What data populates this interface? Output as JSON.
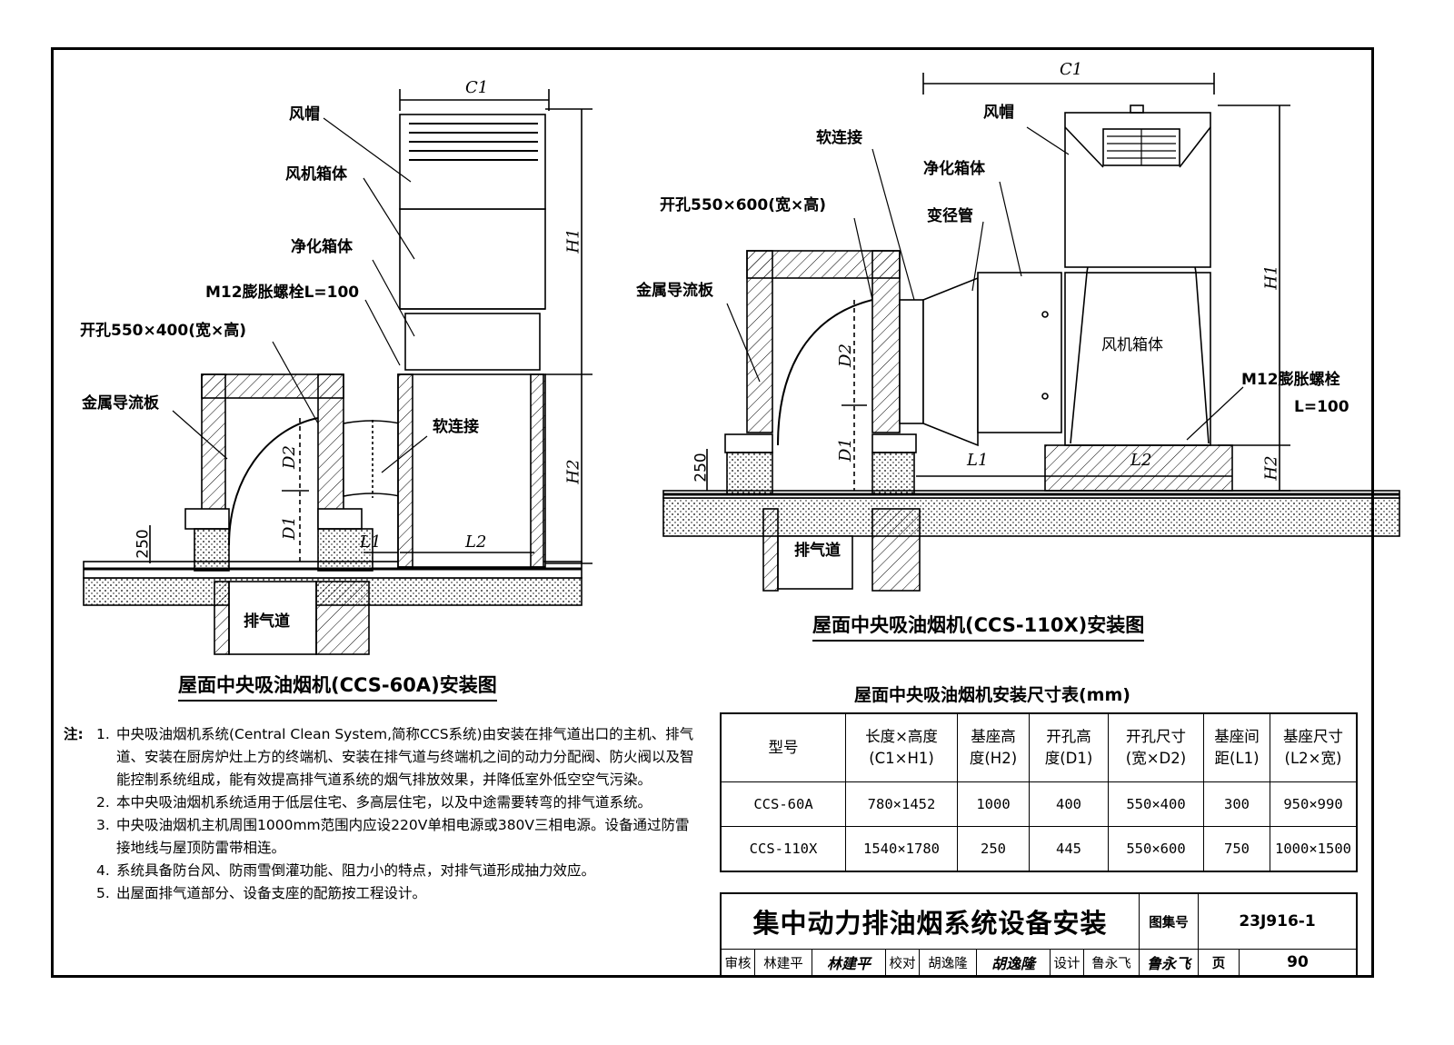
{
  "drawing_a": {
    "caption": "屋面中央吸油烟机(CCS-60A)安装图",
    "labels": {
      "hood": "风帽",
      "fan_box": "风机箱体",
      "purifier": "净化箱体",
      "bolt": "M12膨胀螺栓L=100",
      "opening": "开孔550×400(宽×高)",
      "deflector": "金属导流板",
      "soft_joint": "软连接",
      "exhaust": "排气道",
      "dim_250": "250"
    },
    "symbols": {
      "c1": "C1",
      "h1": "H1",
      "h2": "H2",
      "d1": "D1",
      "d2": "D2",
      "l1": "L1",
      "l2": "L2"
    }
  },
  "drawing_b": {
    "caption": "屋面中央吸油烟机(CCS-110X)安装图",
    "labels": {
      "hood": "风帽",
      "soft_joint": "软连接",
      "purifier": "净化箱体",
      "reducer": "变径管",
      "opening": "开孔550×600(宽×高)",
      "deflector": "金属导流板",
      "fan_box": "风机箱体",
      "bolt": "M12膨胀螺栓",
      "bolt_len": "L=100",
      "exhaust": "排气道",
      "dim_250": "250"
    },
    "symbols": {
      "c1": "C1",
      "h1": "H1",
      "h2": "H2",
      "d1": "D1",
      "d2": "D2",
      "l1": "L1",
      "l2": "L2"
    }
  },
  "notes": {
    "head": "注:",
    "items": [
      {
        "num": "1.",
        "text": "中央吸油烟机系统(Central Clean System,简称CCS系统)由安装在排气道出口的主机、排气道、安装在厨房炉灶上方的终端机、安装在排气道与终端机之间的动力分配阀、防火阀以及智能控制系统组成，能有效提高排气道系统的烟气排放效果，并降低室外低空空气污染。"
      },
      {
        "num": "2.",
        "text": "本中央吸油烟机系统适用于低层住宅、多高层住宅，以及中途需要转弯的排气道系统。"
      },
      {
        "num": "3.",
        "text": "中央吸油烟机主机周围1000mm范围内应设220V单相电源或380V三相电源。设备通过防雷接地线与屋顶防雷带相连。"
      },
      {
        "num": "4.",
        "text": "系统具备防台风、防雨雪倒灌功能、阻力小的特点，对排气道形成抽力效应。"
      },
      {
        "num": "5.",
        "text": "出屋面排气道部分、设备支座的配筋按工程设计。"
      }
    ]
  },
  "table": {
    "title": "屋面中央吸油烟机安装尺寸表(mm)",
    "headers": [
      {
        "l1": "型号",
        "l2": ""
      },
      {
        "l1": "长度×高度",
        "l2": "(C1×H1)"
      },
      {
        "l1": "基座高",
        "l2": "度(H2)"
      },
      {
        "l1": "开孔高",
        "l2": "度(D1)"
      },
      {
        "l1": "开孔尺寸",
        "l2": "(宽×D2)"
      },
      {
        "l1": "基座间",
        "l2": "距(L1)"
      },
      {
        "l1": "基座尺寸",
        "l2": "(L2×宽)"
      }
    ],
    "rows": [
      [
        "CCS-60A",
        "780×1452",
        "1000",
        "400",
        "550×400",
        "300",
        "950×990"
      ],
      [
        "CCS-110X",
        "1540×1780",
        "250",
        "445",
        "550×600",
        "750",
        "1000×1500"
      ]
    ]
  },
  "title_block": {
    "title": "集中动力排油烟系统设备安装",
    "atlas_label": "图集号",
    "atlas_no": "23J916-1",
    "review_label": "审核",
    "reviewer": "林建平",
    "reviewer_sig": "林建平",
    "check_label": "校对",
    "checker": "胡逸隆",
    "checker_sig": "胡逸隆",
    "design_label": "设计",
    "designer": "鲁永飞",
    "designer_sig": "鲁永飞",
    "page_label": "页",
    "page_no": "90"
  }
}
